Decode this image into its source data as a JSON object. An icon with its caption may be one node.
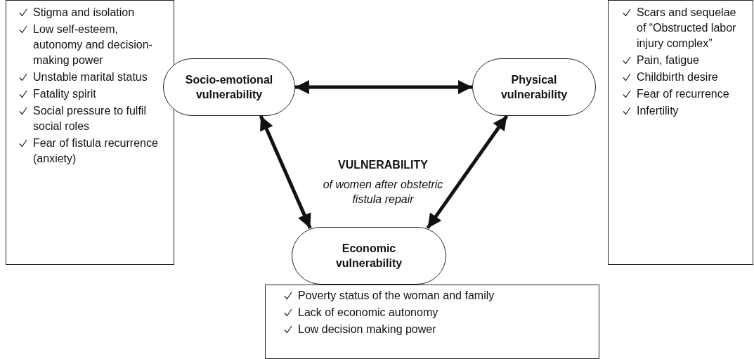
{
  "diagram": {
    "nodes": [
      {
        "text": [
          "Stigma and isolation",
          "Low self-esteem, autonomy and decision-making power",
          "Unstable marital status",
          "Fatality spirit",
          "Social pressure to fulfil social roles",
          "Fear of fistula recurrence (anxiety)"
        ]
      },
      {
        "text": [
          "Socio-emotional vulnerability"
        ]
      },
      {
        "text": [
          "Physical vulnerability"
        ]
      },
      {
        "text": [
          "Scars and sequelae of “Obstructed labor injury complex”",
          "Pain, fatigue",
          "Childbirth desire",
          "Fear of recurrence",
          "Infertility"
        ]
      },
      {
        "text": [
          "Economic vulnerability"
        ]
      },
      {
        "text": [
          "Poverty status of the woman and family",
          "Lack of economic autonomy",
          "Low decision making power"
        ]
      }
    ],
    "edges": [
      {
        "from": 1,
        "to": 2,
        "arrow": "both"
      },
      {
        "from": 1,
        "to": 4,
        "arrow": "both"
      },
      {
        "from": 2,
        "to": 4,
        "arrow": "both"
      }
    ],
    "labels": [
      "VULNERABILITY",
      "of women after obstetric fistula repair"
    ]
  }
}
